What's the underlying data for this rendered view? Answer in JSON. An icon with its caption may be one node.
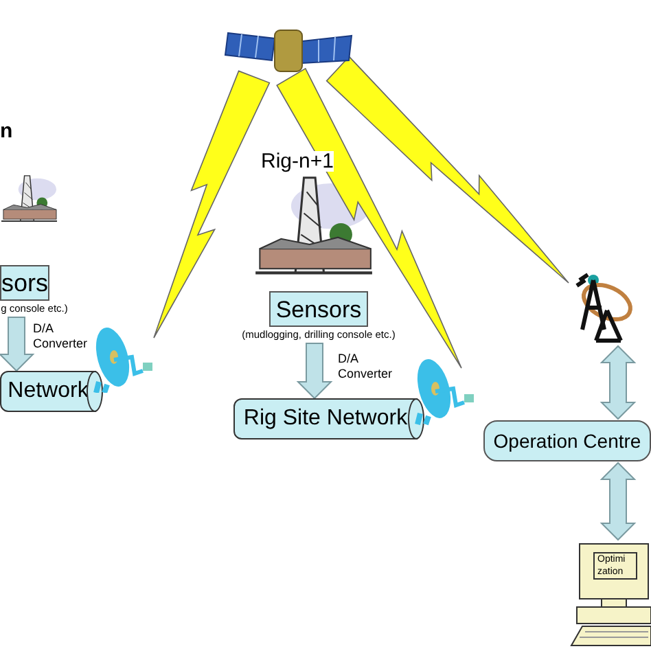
{
  "diagram": {
    "nodes": [
      {
        "text": [],
        "shape": "picture"
      },
      {
        "text": [
          "sors"
        ],
        "beside": [
          "g console etc.)"
        ]
      },
      {
        "text": [
          "Network"
        ]
      },
      {
        "text": [],
        "shape": "picture"
      },
      {
        "text": [
          "Sensors"
        ],
        "beside": [
          "(mudlogging, drilling console etc.)"
        ]
      },
      {
        "text": [
          "Rig Site Network"
        ]
      },
      {
        "text": [],
        "shape": "picture"
      },
      {
        "text": [],
        "shape": "picture"
      },
      {
        "text": [
          "Operation Centre"
        ]
      },
      {
        "text": [
          "Optimi zation"
        ]
      }
    ],
    "edges": [
      {
        "from": 0,
        "to": 3,
        "arrow": "none"
      },
      {
        "from": 0,
        "to": 6,
        "arrow": "none"
      },
      {
        "from": 0,
        "to": 7,
        "arrow": "none"
      },
      {
        "from": 1,
        "to": 2,
        "arrow": "to",
        "label": "D/A Converter"
      },
      {
        "from": 4,
        "to": 5,
        "arrow": "to",
        "label": "D/A Converter"
      },
      {
        "from": 7,
        "to": 8,
        "arrow": "both"
      },
      {
        "from": 8,
        "to": 9,
        "arrow": "both"
      }
    ],
    "labels": [
      "n",
      "Rig-n+1"
    ]
  }
}
